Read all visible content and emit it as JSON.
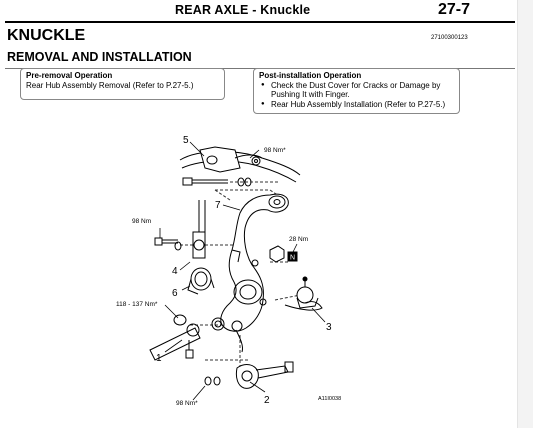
{
  "header": {
    "section": "REAR AXLE - Knuckle",
    "page_number": "27-7"
  },
  "title": "KNUCKLE",
  "doc_id": "27100300123",
  "subtitle": "REMOVAL AND INSTALLATION",
  "pre_removal": {
    "heading": "Pre-removal Operation",
    "text": "Rear Hub Assembly Removal (Refer to P.27-5.)"
  },
  "post_installation": {
    "heading": "Post-installation Operation",
    "item1_line1": "Check the Dust Cover for Cracks or Damage by",
    "item1_line2": "Pushing It with Finger.",
    "item2": "Rear Hub Assembly Installation (Refer to P.27-5.)"
  },
  "diagram": {
    "callouts": {
      "n1": "1",
      "n2": "2",
      "n3": "3",
      "n4": "4",
      "n5": "5",
      "n6": "6",
      "n7": "7"
    },
    "torques": {
      "t_top": "98 Nm*",
      "t_left": "98 Nm",
      "t_right": "28 Nm",
      "t_mid": "118 - 137 Nm*",
      "t_bottom": "98 Nm*"
    },
    "figure_code": "A11I0038",
    "symbol_n": "N"
  }
}
